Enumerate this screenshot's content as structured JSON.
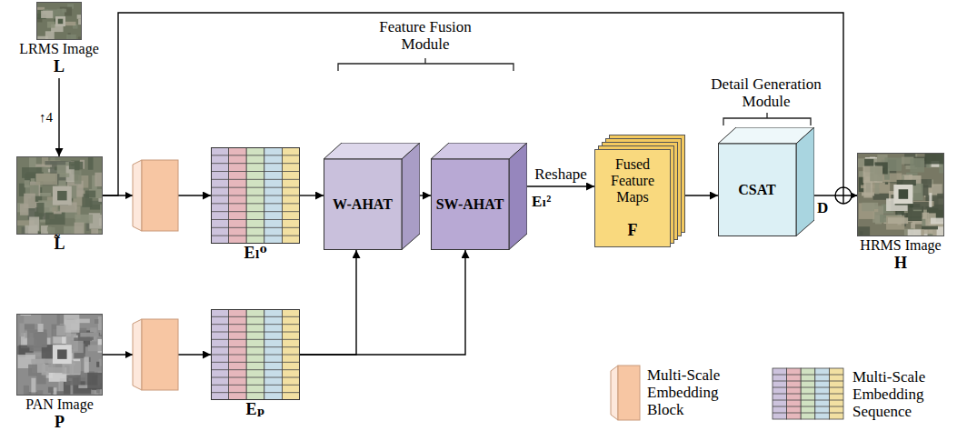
{
  "diagram": {
    "nodes": [
      {
        "text": [
          "LRMS Image",
          "L"
        ]
      },
      {
        "text": [
          "L̃"
        ]
      },
      {
        "text": [
          "Eₗ⁰"
        ]
      },
      {
        "text": [
          "W-AHAT"
        ]
      },
      {
        "text": [
          "SW-AHAT"
        ]
      },
      {
        "text": [
          "Fused Feature Maps",
          "F"
        ]
      },
      {
        "text": [
          "CSAT"
        ]
      },
      {
        "text": [
          "HRMS Image",
          "H"
        ]
      },
      {
        "text": [
          "PAN Image",
          "P"
        ]
      },
      {
        "text": [
          "Eₚ"
        ]
      }
    ],
    "edges": [
      {
        "from": 0,
        "to": 1,
        "arrow": "to",
        "label": "↑4"
      },
      {
        "from": 1,
        "to": 2,
        "arrow": "to"
      },
      {
        "from": 2,
        "to": 3,
        "arrow": "to"
      },
      {
        "from": 3,
        "to": 4,
        "arrow": "to"
      },
      {
        "from": 4,
        "to": 5,
        "arrow": "to",
        "label": "Reshape"
      },
      {
        "from": 5,
        "to": 6,
        "arrow": "to"
      },
      {
        "from": 6,
        "to": 7,
        "arrow": "to",
        "label": "D"
      },
      {
        "from": 1,
        "to": 7,
        "arrow": "to"
      },
      {
        "from": 8,
        "to": 9,
        "arrow": "to"
      },
      {
        "from": 9,
        "to": 3,
        "arrow": "to"
      },
      {
        "from": 9,
        "to": 4,
        "arrow": "to"
      }
    ],
    "labels": [
      "Feature Fusion Module",
      "Eₗ²",
      "Detail Generation Module"
    ],
    "legend": [
      {
        "text": "Multi-Scale Embedding Block"
      },
      {
        "text": "Multi-Scale Embedding Sequence"
      }
    ]
  }
}
